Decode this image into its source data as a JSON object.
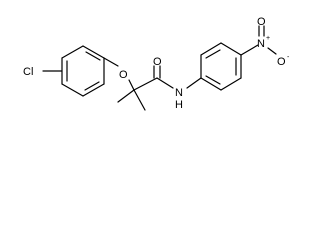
{
  "molecule": {
    "atoms": {
      "cl": "Cl",
      "o_ether": "O",
      "o_carbonyl": "O",
      "n_amide": "N",
      "h_amide": "H",
      "n_nitro": "N",
      "o_nitro_top": "O",
      "o_nitro_right": "O",
      "n_charge": "+",
      "o_charge": "-"
    }
  }
}
